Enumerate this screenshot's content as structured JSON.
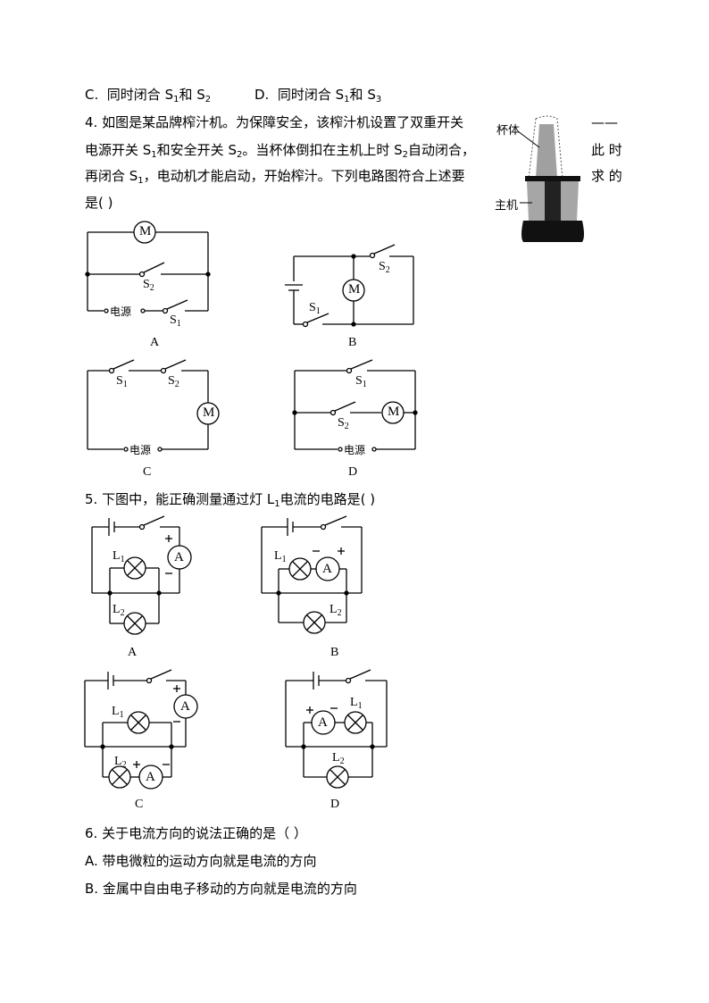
{
  "q3_options": {
    "C": {
      "prefix": "C.",
      "text": "同时闭合 S",
      "s_a": "1",
      "mid": "和 S",
      "s_b": "2"
    },
    "D": {
      "prefix": "D.",
      "text": "同时闭合 S",
      "s_a": "1",
      "mid": "和 S",
      "s_b": "3"
    }
  },
  "q4": {
    "line1": "4. 如图是某品牌榨汁机。为保障安全，该榨汁机设置了双重开关",
    "line2_a": "电源开关 S",
    "line2_b": "和安全开关 S",
    "line2_c": "。当杯体倒扣在主机上时 S",
    "line2_d": "自动闭合，",
    "line3_a": "再闭合 S",
    "line3_b": "，电动机才能启动，开始榨汁。下列电路图符合上述要",
    "line4": "是(      )",
    "side_dash": "——",
    "side_line2": "此 时",
    "side_line3": "求 的",
    "image_labels": {
      "cup": "杯体",
      "base": "主机"
    },
    "options": [
      {
        "label": "A",
        "power": "电源",
        "s1": "S1",
        "s2": "S2",
        "motor": "M"
      },
      {
        "label": "B",
        "s1": "S1",
        "s2": "S2",
        "motor": "M"
      },
      {
        "label": "C",
        "power": "电源",
        "s1": "S1",
        "s2": "S2",
        "motor": "M"
      },
      {
        "label": "D",
        "power": "电源",
        "s1": "S1",
        "s2": "S2",
        "motor": "M"
      }
    ]
  },
  "q5": {
    "line1_a": "5. 下图中，能正确测量通过灯 L",
    "line1_b": "电流的电路是(      )",
    "options": [
      {
        "label": "A"
      },
      {
        "label": "B"
      },
      {
        "label": "C"
      },
      {
        "label": "D"
      }
    ]
  },
  "q6": {
    "stem": "6. 关于电流方向的说法正确的是（      ）",
    "optA": "A. 带电微粒的运动方向就是电流的方向",
    "optB": "B. 金属中自由电子移动的方向就是电流的方向"
  }
}
